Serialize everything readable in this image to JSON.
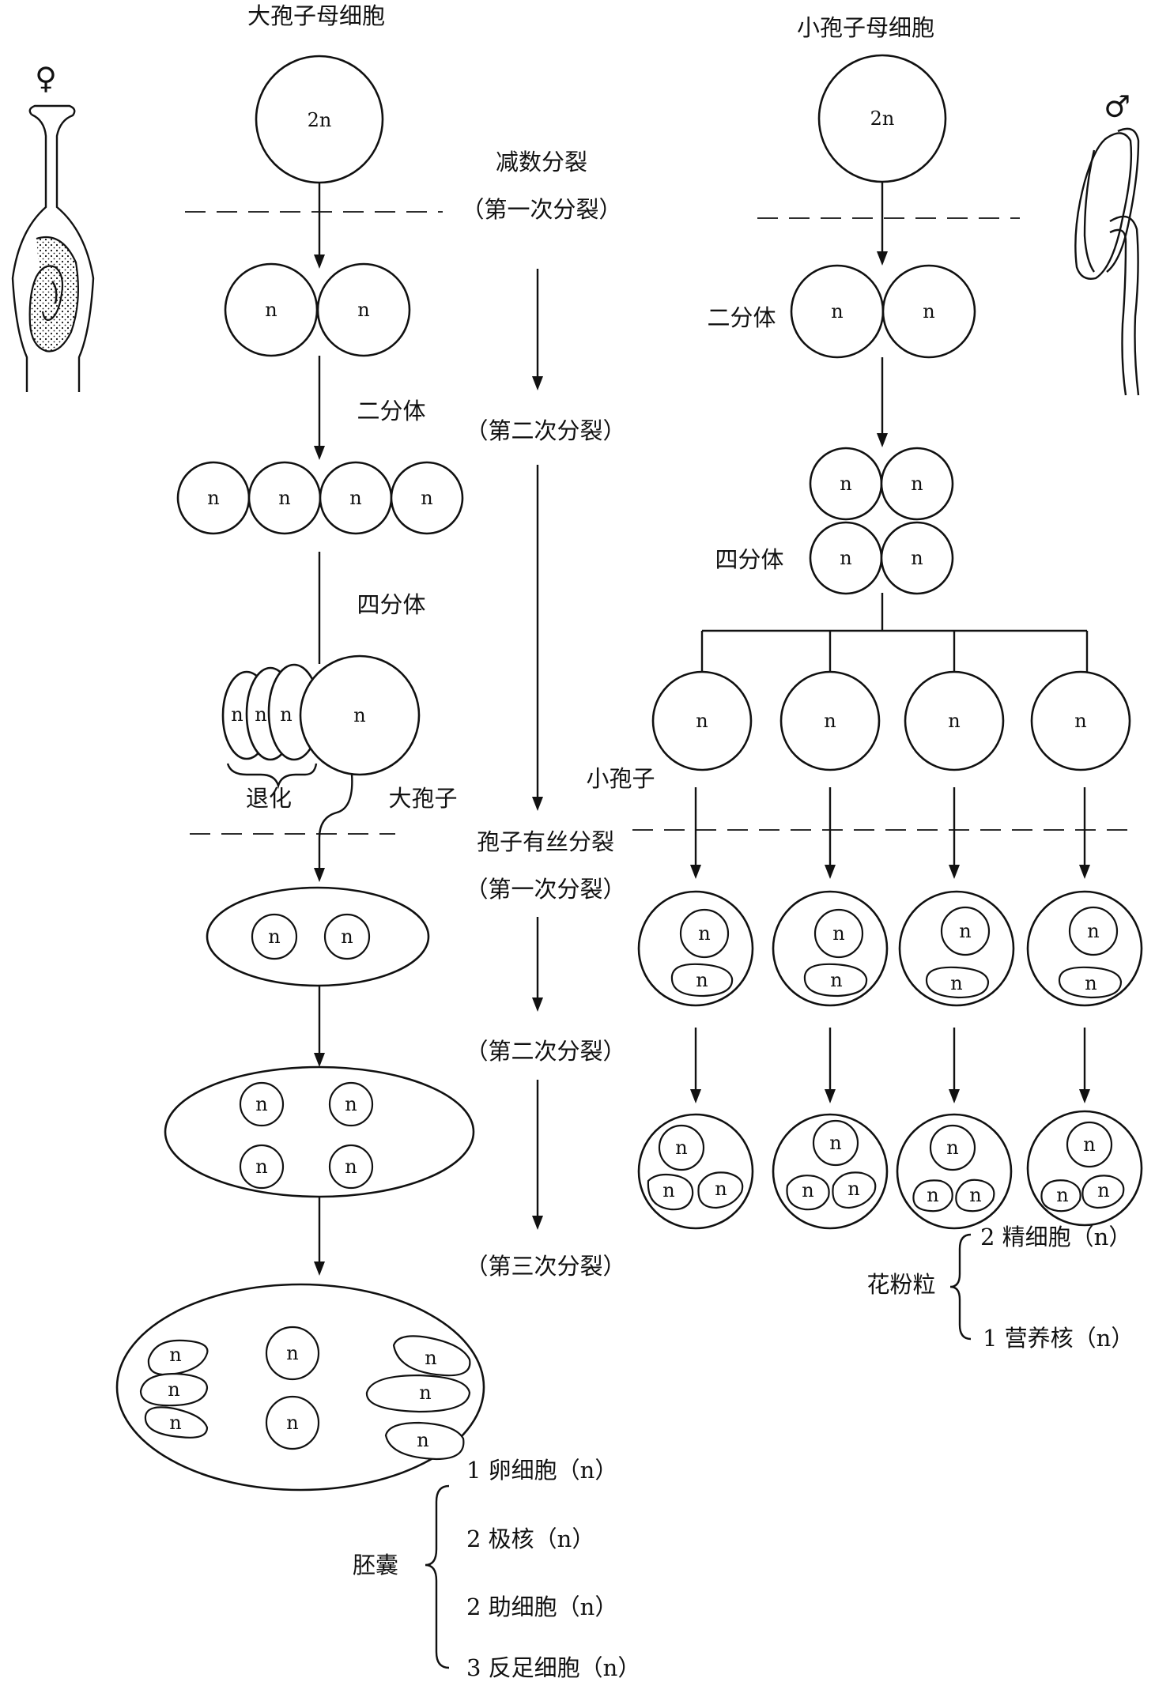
{
  "symbols": {
    "female": "♀",
    "male": "♂"
  },
  "female_side": {
    "mother_cell": "大孢子母细胞",
    "dyad": "二分体",
    "tetrad": "四分体",
    "degenerate": "退化",
    "megaspore": "大孢子",
    "embryo_sac": "胚囊",
    "embryo_sac_parts": [
      "1 卵细胞（n）",
      "2 极核（n）",
      "2 助细胞（n）",
      "3 反足细胞（n）"
    ]
  },
  "center": {
    "meiosis": "减数分裂",
    "first_division": "（第一次分裂）",
    "second_division": "（第二次分裂）",
    "spore_mitosis": "孢子有丝分裂",
    "mitosis_first": "（第一次分裂）",
    "mitosis_second": "（第二次分裂）",
    "mitosis_third": "（第三次分裂）"
  },
  "male_side": {
    "mother_cell": "小孢子母细胞",
    "dyad": "二分体",
    "tetrad": "四分体",
    "microspore": "小孢子",
    "pollen": "花粉粒",
    "pollen_parts": [
      "2 精细胞（n）",
      "1 营养核（n）"
    ]
  },
  "ploidy": {
    "diploid": "2n",
    "haploid": "n"
  }
}
